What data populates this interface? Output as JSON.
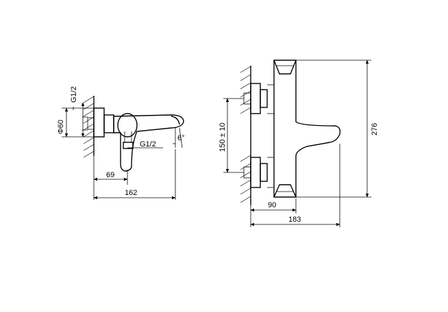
{
  "side_view": {
    "dim_thread_vertical": "G1/2",
    "dim_diameter": "Φ60",
    "dim_thread_bottom": "G1/2",
    "dim_angle": "6°",
    "dim_depth_short": "69",
    "dim_depth_total": "162"
  },
  "front_view": {
    "dim_center_distance": "150 ± 10",
    "dim_height": "276",
    "dim_inlet_offset": "90",
    "dim_total_depth": "183"
  }
}
